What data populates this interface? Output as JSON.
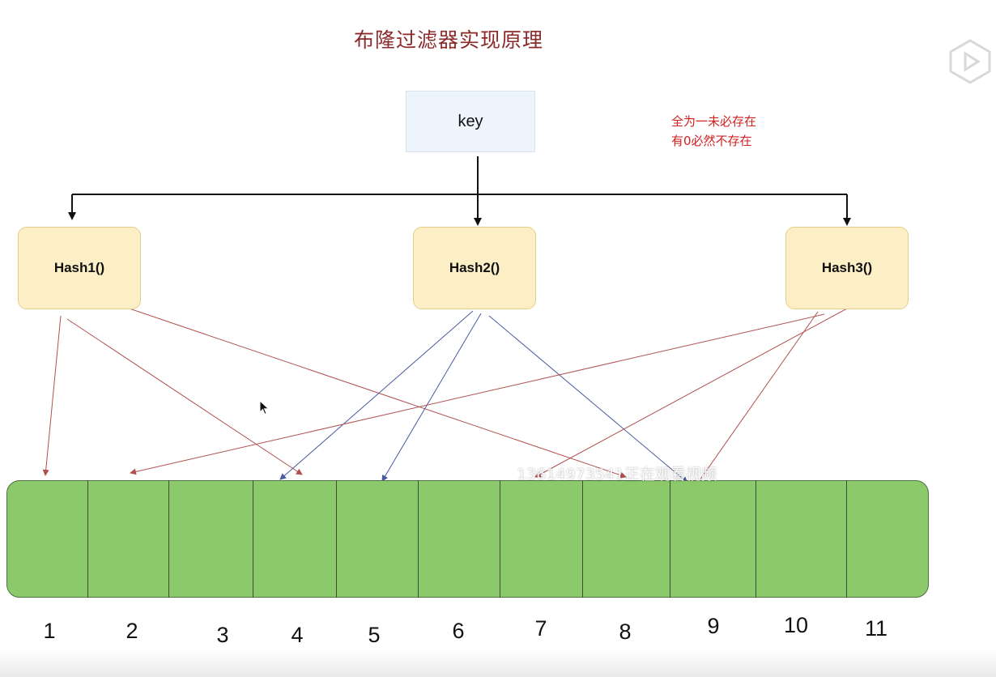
{
  "title": "布隆过滤器实现原理",
  "key_label": "key",
  "note": {
    "line1": "全为一未必存在",
    "line2": "有0必然不存在"
  },
  "hash_functions": [
    {
      "label": "Hash1()"
    },
    {
      "label": "Hash2()"
    },
    {
      "label": "Hash3()"
    }
  ],
  "bit_indices": [
    "1",
    "2",
    "3",
    "4",
    "5",
    "6",
    "7",
    "8",
    "9",
    "10",
    "11"
  ],
  "watermark": "13614973541正在观看视频",
  "colors": {
    "title": "#8b2a2a",
    "note": "#d02020",
    "cell_fill": "#8bc96b",
    "hash_fill": "#fcefc6",
    "key_fill": "#eef4fb",
    "red_arrow": "#b05050",
    "blue_arrow": "#4a5aa0"
  },
  "icons": {
    "cursor": "mouse-pointer-icon",
    "logo": "play-logo-icon"
  }
}
